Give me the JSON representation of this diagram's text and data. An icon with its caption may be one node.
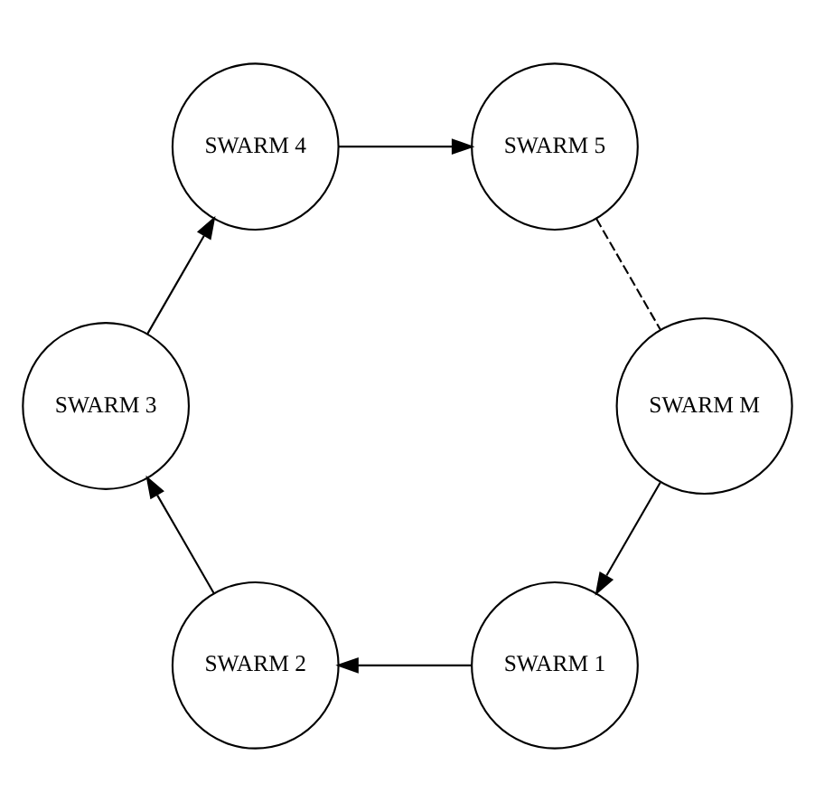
{
  "diagram": {
    "nodes": [
      {
        "text": [
          "SWARM 1"
        ]
      },
      {
        "text": [
          "SWARM 2"
        ]
      },
      {
        "text": [
          "SWARM 3"
        ]
      },
      {
        "text": [
          "SWARM 4"
        ]
      },
      {
        "text": [
          "SWARM 5"
        ]
      },
      {
        "text": [
          "SWARM M"
        ]
      }
    ],
    "edges": [
      {
        "from": 0,
        "to": 1,
        "arrow": "to"
      },
      {
        "from": 1,
        "to": 2,
        "arrow": "to"
      },
      {
        "from": 2,
        "to": 3,
        "arrow": "to"
      },
      {
        "from": 3,
        "to": 4,
        "arrow": "to"
      },
      {
        "from": 4,
        "to": 5,
        "arrow": "none",
        "style": "dashed"
      },
      {
        "from": 5,
        "to": 0,
        "arrow": "to"
      }
    ]
  }
}
